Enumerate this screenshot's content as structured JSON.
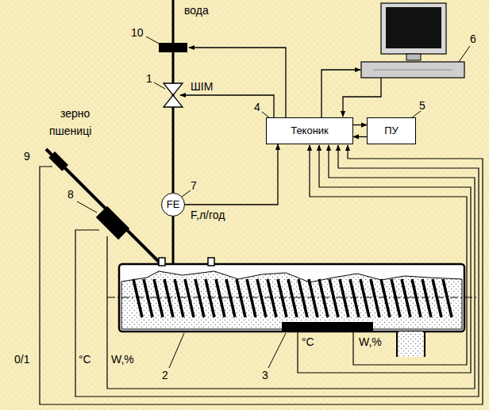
{
  "diagram": {
    "nodes": [
      {
        "text": [
          "Теконик"
        ]
      },
      {
        "text": [
          "ПУ"
        ]
      },
      {
        "text": [
          "FE"
        ]
      }
    ],
    "edges": [
      {
        "from": 0,
        "to": 1,
        "arrow": "to"
      },
      {
        "from": 1,
        "to": 0,
        "arrow": "to"
      },
      {
        "from": 2,
        "to": 0,
        "arrow": "to"
      }
    ],
    "labels": [
      "вода",
      "10",
      "1",
      "ШІМ",
      "4",
      "5",
      "6",
      "зерно",
      "пшениці",
      "9",
      "8",
      "7",
      "F,л/год",
      "2",
      "3",
      "0/1",
      "°C",
      "W,%",
      "°C",
      "W,%"
    ]
  }
}
